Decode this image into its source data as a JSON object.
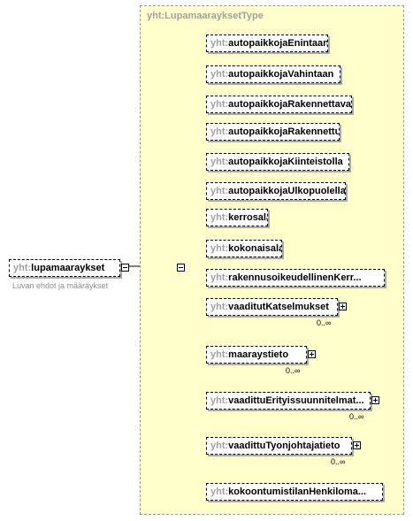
{
  "type_title": "yht:LupamaarayksetType",
  "root": {
    "prefix": "yht:",
    "name": "lupamaaraykset",
    "description": "Luvan ehdot ja määräykset"
  },
  "children": [
    {
      "prefix": "yht:",
      "name": "autopaikkojaEnintaan"
    },
    {
      "prefix": "yht:",
      "name": "autopaikkojaVahintaan"
    },
    {
      "prefix": "yht:",
      "name": "autopaikkojaRakennettava"
    },
    {
      "prefix": "yht:",
      "name": "autopaikkojaRakennettu"
    },
    {
      "prefix": "yht:",
      "name": "autopaikkojaKiinteistolla"
    },
    {
      "prefix": "yht:",
      "name": "autopaikkojaUlkopuolella"
    },
    {
      "prefix": "yht:",
      "name": "kerrosala"
    },
    {
      "prefix": "yht:",
      "name": "kokonaisala"
    },
    {
      "prefix": "yht:",
      "name": "rakennusoikeudellinenKerr..."
    },
    {
      "prefix": "yht:",
      "name": "vaaditutKatselmukset",
      "cardinality": "0..∞"
    },
    {
      "prefix": "yht:",
      "name": "maaraystieto",
      "cardinality": "0..∞"
    },
    {
      "prefix": "yht:",
      "name": "vaadittuErityissuunnitelmat...",
      "cardinality": "0..∞"
    },
    {
      "prefix": "yht:",
      "name": "vaadittuTyonjohtajatieto",
      "cardinality": "0..∞"
    },
    {
      "prefix": "yht:",
      "name": "kokoontumistilanHenkiloma..."
    }
  ]
}
